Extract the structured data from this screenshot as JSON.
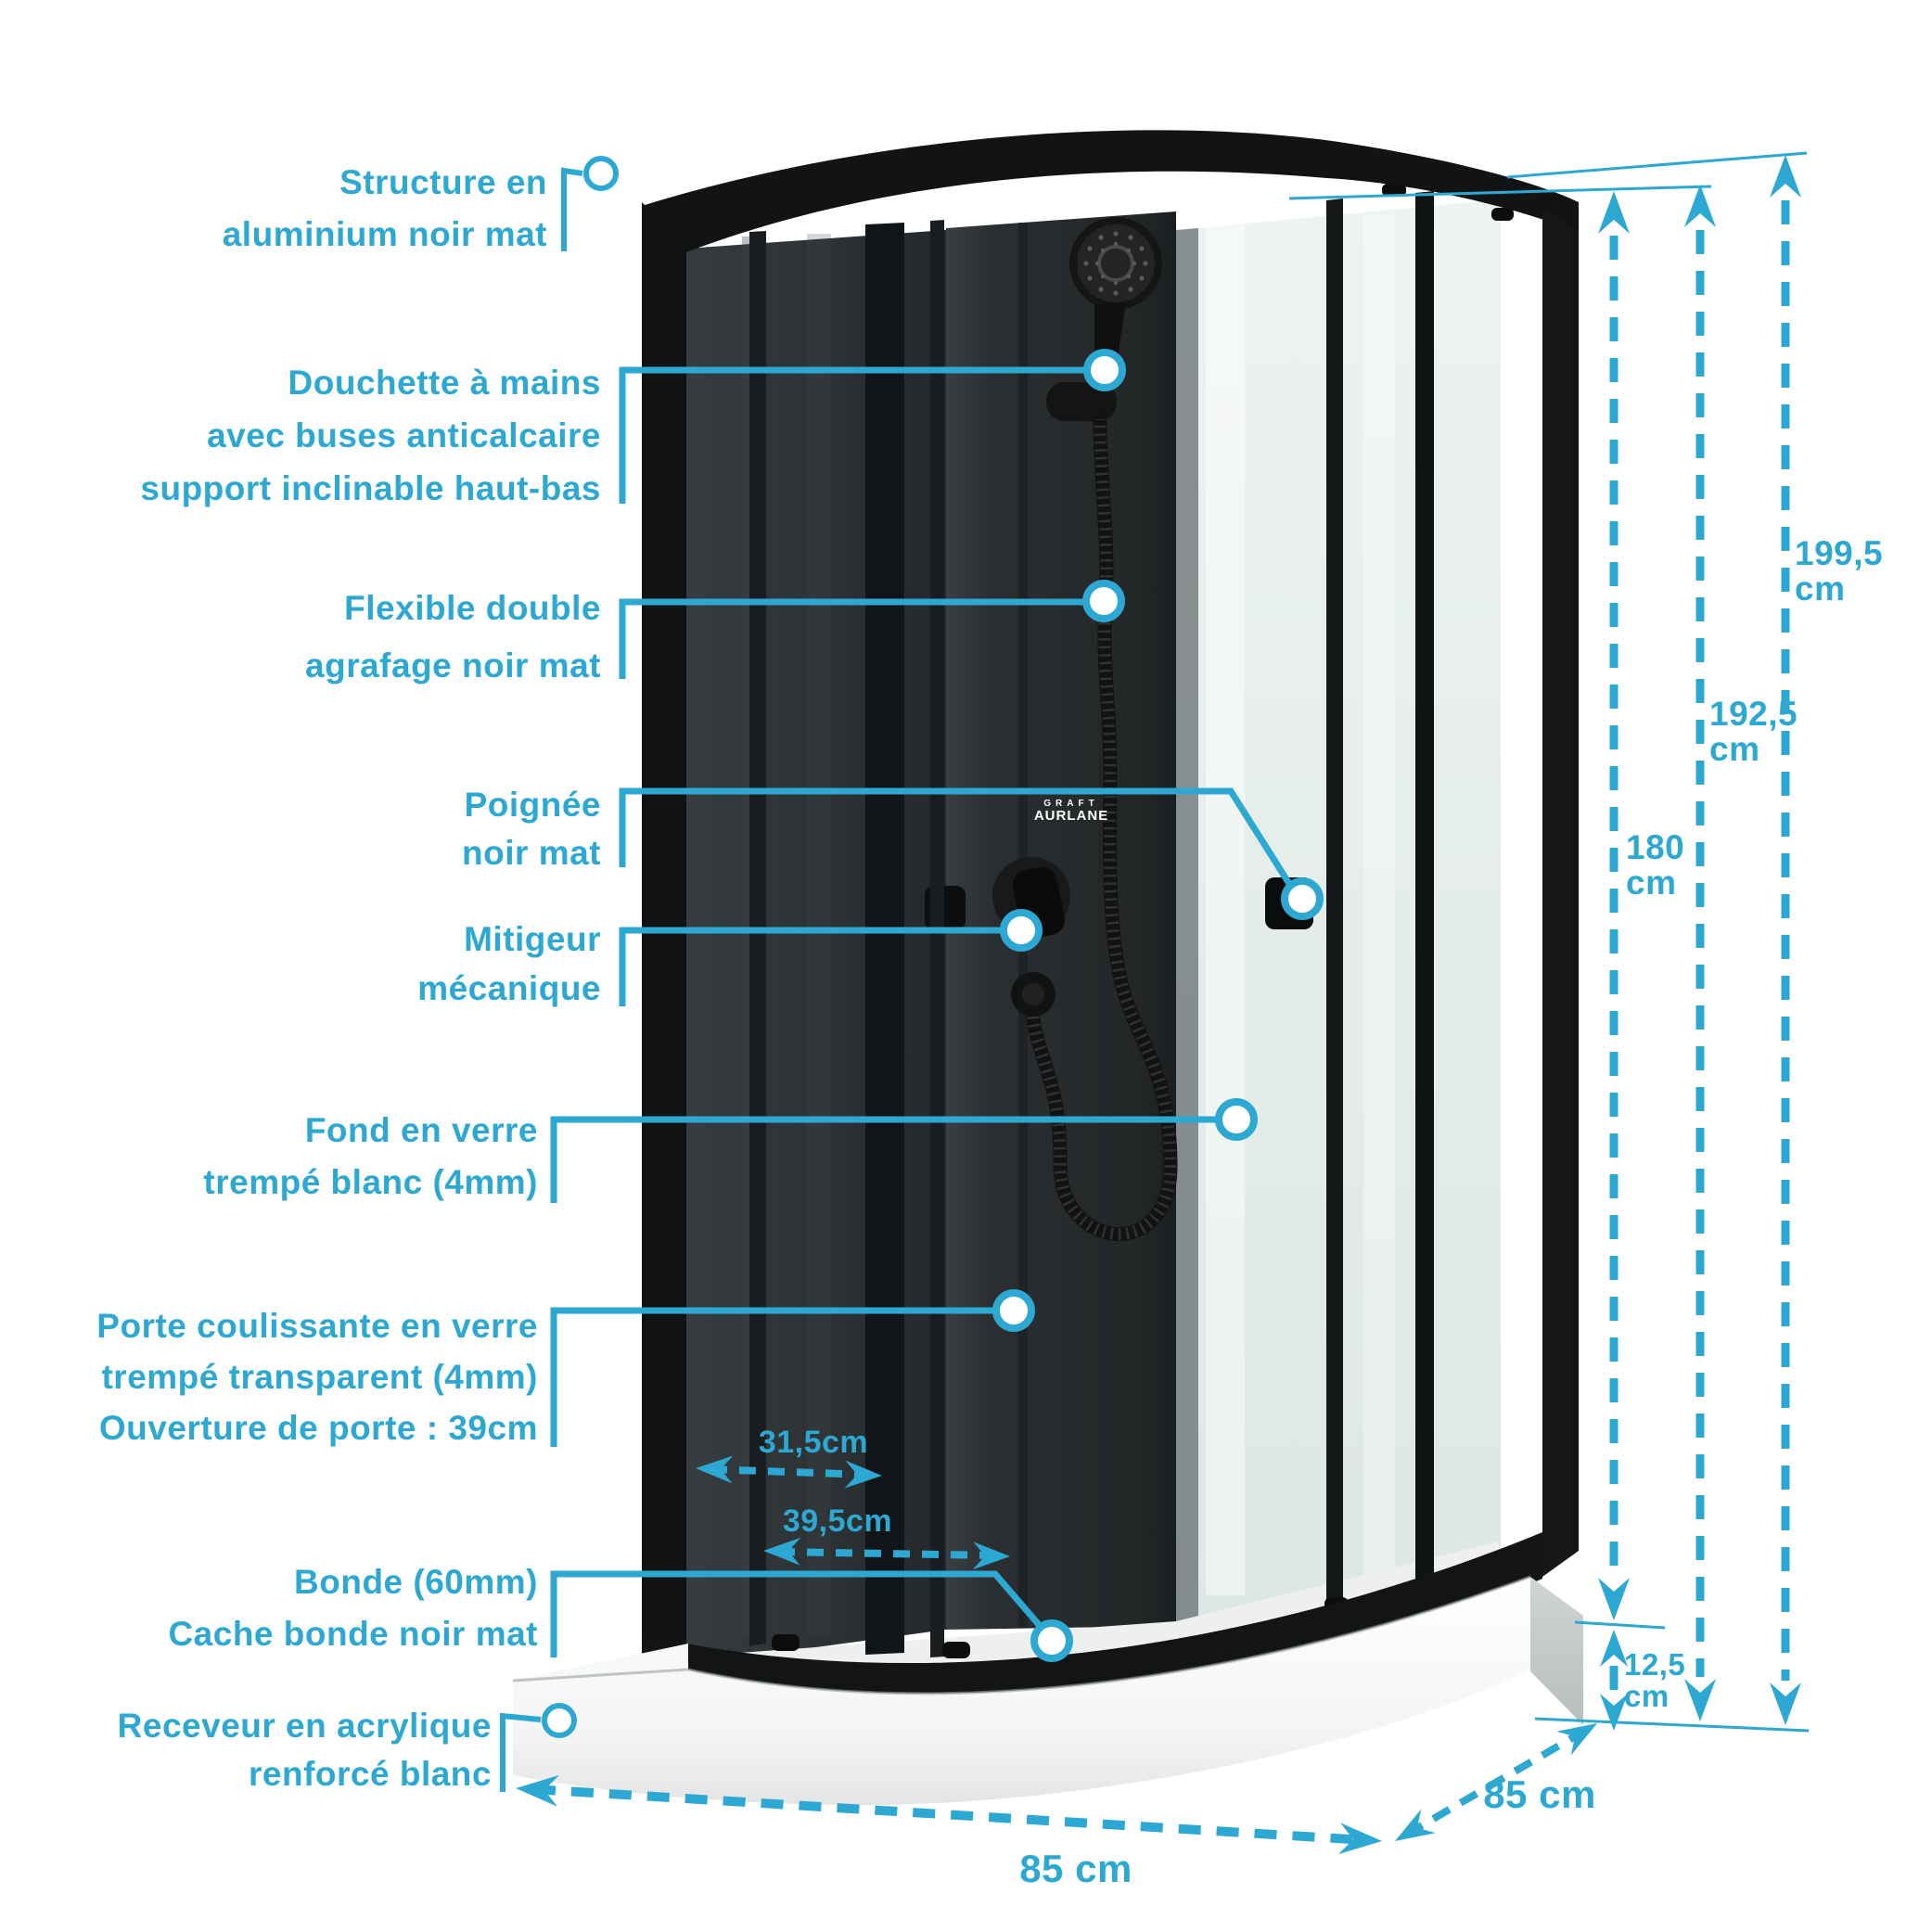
{
  "accent_color": "#2ca8d3",
  "brand": {
    "name_top": "GRAFT",
    "name": "AURLANE"
  },
  "callouts": [
    {
      "id": "structure",
      "lines": [
        "Structure en",
        "aluminium noir mat"
      ]
    },
    {
      "id": "handshower",
      "lines": [
        "Douchette à mains",
        "avec buses anticalcaire",
        "support inclinable haut-bas"
      ]
    },
    {
      "id": "hose",
      "lines": [
        "Flexible double",
        "agrafage noir mat"
      ]
    },
    {
      "id": "handle",
      "lines": [
        "Poignée",
        "noir mat"
      ]
    },
    {
      "id": "mixer",
      "lines": [
        "Mitigeur",
        "mécanique"
      ]
    },
    {
      "id": "back-glass",
      "lines": [
        "Fond en verre",
        "trempé blanc (4mm)"
      ]
    },
    {
      "id": "door",
      "lines": [
        "Porte coulissante en verre",
        "trempé transparent (4mm)",
        "Ouverture de porte : 39cm"
      ]
    },
    {
      "id": "drain",
      "lines": [
        "Bonde (60mm)",
        "Cache bonde noir mat"
      ]
    },
    {
      "id": "tray",
      "lines": [
        "Receveur en acrylique",
        "renforcé blanc"
      ]
    }
  ],
  "dimensions": {
    "height_total": {
      "value": "199,5",
      "unit": "cm"
    },
    "height_glass": {
      "value": "192,5",
      "unit": "cm"
    },
    "height_door": {
      "value": "180",
      "unit": "cm"
    },
    "tray_height": {
      "value": "12,5",
      "unit": "cm"
    },
    "width_front": "85 cm",
    "depth_side": "85 cm",
    "door_panel_offset": "31,5cm",
    "door_opening": "39,5cm"
  }
}
